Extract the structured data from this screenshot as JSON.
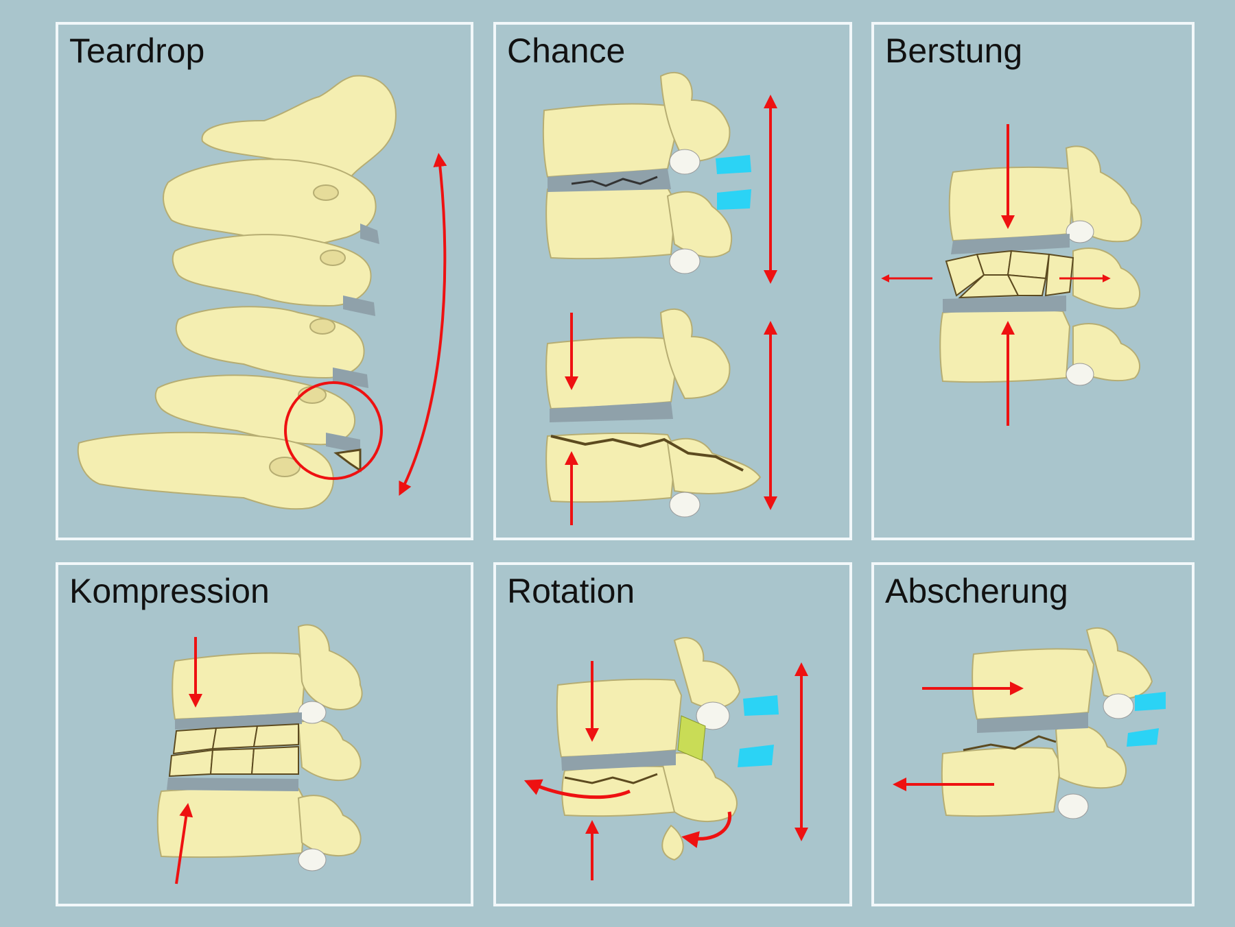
{
  "panels": {
    "teardrop": {
      "title": "Teardrop"
    },
    "chance": {
      "title": "Chance"
    },
    "berstung": {
      "title": "Berstung"
    },
    "kompression": {
      "title": "Kompression"
    },
    "rotation": {
      "title": "Rotation"
    },
    "abscherung": {
      "title": "Abscherung"
    }
  },
  "colors": {
    "background": "#a9c5cc",
    "panel_border": "#f2f8fa",
    "bone_fill": "#f4eeb1",
    "bone_stroke": "#b6ad72",
    "disc": "#8fa1aa",
    "ligament": "#2bd3f5",
    "arrow": "#ee1111",
    "fracture": "#5c4a1f"
  },
  "icons": {
    "arrow": "force-arrow-icon",
    "curved_arrow": "curved-arrow-icon",
    "circle": "highlight-circle"
  }
}
